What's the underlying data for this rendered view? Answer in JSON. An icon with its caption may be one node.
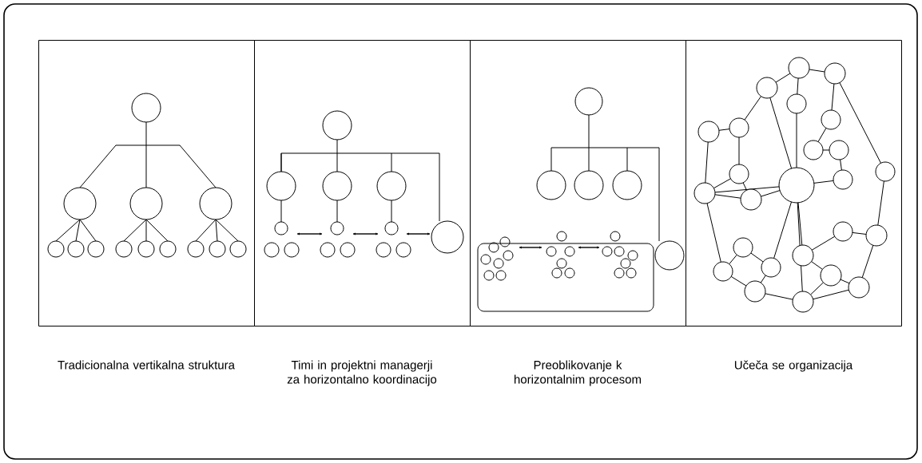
{
  "diagram": {
    "nodes": [
      {
        "text": [
          "Tradicionalna vertikalna struktura"
        ]
      },
      {
        "text": [
          "Timi in projektni managerji za horizontalno koordinacijo"
        ]
      },
      {
        "text": [
          "Preoblikovanje k horizontalnim procesom"
        ]
      },
      {
        "text": [
          "Učeča se organizacija"
        ]
      }
    ]
  }
}
